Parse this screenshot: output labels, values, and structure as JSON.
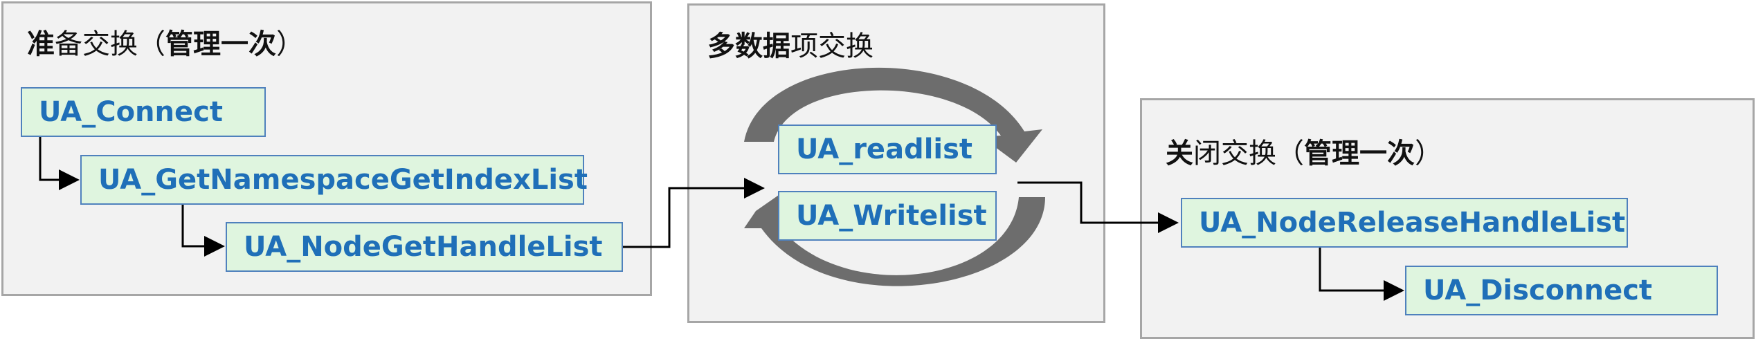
{
  "groups": {
    "prepare": {
      "title_bold": "准",
      "title_rest": "备交换（",
      "title_bold2": "管理一次",
      "title_end": "）"
    },
    "exchange": {
      "title_bold": "多数据",
      "title_rest": "项交换"
    },
    "close": {
      "title_bold": "关",
      "title_rest": "闭交换（",
      "title_bold2": "管理一次",
      "title_end": "）"
    }
  },
  "nodes": {
    "connect": "UA_Connect",
    "get_namespace": "UA_GetNamespaceGetIndexList",
    "node_get_handle": "UA_NodeGetHandleList",
    "readlist": "UA_readlist",
    "writelist": "UA_Writelist",
    "node_release": "UA_NodeReleaseHandleList",
    "disconnect": "UA_Disconnect"
  },
  "colors": {
    "group_fill": "#f2f2f2",
    "group_border": "#a6a6a6",
    "node_fill": "#dff5df",
    "node_border": "#4f81bd",
    "node_text": "#1f6fb8",
    "cycle_arrow": "#6d6d6d",
    "connector": "#000000"
  }
}
